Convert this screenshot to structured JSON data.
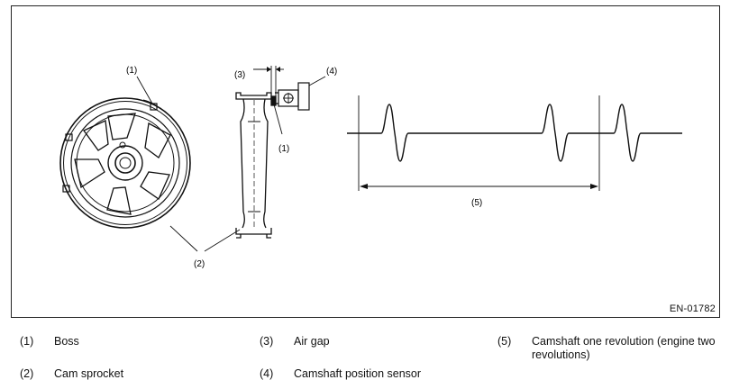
{
  "figure": {
    "code": "EN-01782",
    "callouts": {
      "c1_top": "(1)",
      "c1_side": "(1)",
      "c2": "(2)",
      "c3": "(3)",
      "c4": "(4)",
      "c5": "(5)"
    }
  },
  "legend": [
    {
      "num": "(1)",
      "text": "Boss"
    },
    {
      "num": "(2)",
      "text": "Cam sprocket"
    },
    {
      "num": "(3)",
      "text": "Air gap"
    },
    {
      "num": "(4)",
      "text": "Camshaft position sensor"
    },
    {
      "num": "(5)",
      "text": "Camshaft one revolution (engine two revolutions)"
    }
  ]
}
